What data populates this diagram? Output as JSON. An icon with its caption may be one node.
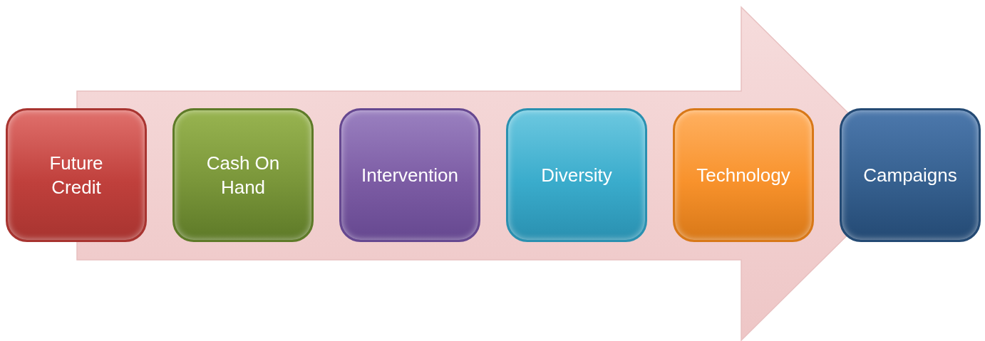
{
  "diagram": {
    "nodes": [
      {
        "text": [
          "Future Credit"
        ]
      },
      {
        "text": [
          "Cash On Hand"
        ]
      },
      {
        "text": [
          "Intervention"
        ]
      },
      {
        "text": [
          "Diversity"
        ]
      },
      {
        "text": [
          "Technology"
        ]
      },
      {
        "text": [
          "Campaigns"
        ]
      }
    ],
    "edges": [
      {
        "from": 0,
        "to": 5,
        "arrow": "to"
      }
    ]
  }
}
